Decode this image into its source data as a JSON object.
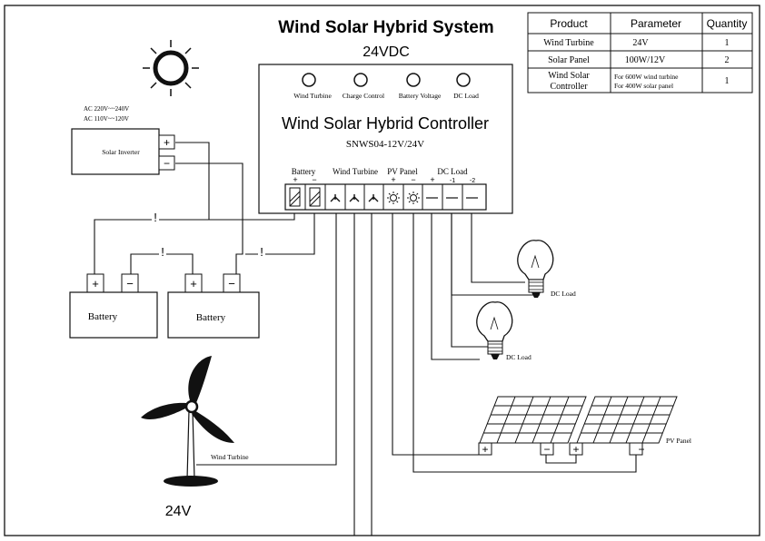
{
  "title": "Wind Solar Hybrid System",
  "system_voltage": "24VDC",
  "spec_table": {
    "headers": [
      "Product",
      "Parameter",
      "Quantity"
    ],
    "rows": [
      {
        "product": "Wind Turbine",
        "parameter": "24V",
        "quantity": "1"
      },
      {
        "product": "Solar Panel",
        "parameter": "100W/12V",
        "quantity": "2"
      },
      {
        "product_line1": "Wind Solar",
        "product_line2": "Controller",
        "parameter_line1": "For  600W wind turbine",
        "parameter_line2": "For  400W solar panel",
        "quantity": "1"
      }
    ]
  },
  "controller": {
    "title": "Wind Solar Hybrid Controller",
    "model": "SNWS04-12V/24V",
    "indicators": [
      "Wind Turbine",
      "Charge Control",
      "Battery Voltage",
      "DC Load"
    ],
    "terminal_groups": {
      "battery": "Battery",
      "wind_turbine": "Wind Turbine",
      "pv_panel": "PV Panel",
      "dc_load": "DC Load"
    },
    "polarity": {
      "plus": "+",
      "minus": "−",
      "load1": "-1",
      "load2": "-2"
    }
  },
  "inverter": {
    "label": "Solar Inverter",
    "ac_line1": "AC  220V~~240V",
    "ac_line2": "AC  110V~~120V",
    "plus": "+",
    "minus": "−"
  },
  "batteries": [
    {
      "label": "Battery",
      "plus": "+",
      "minus": "−"
    },
    {
      "label": "Battery",
      "plus": "+",
      "minus": "−"
    }
  ],
  "fuse_symbol": "!",
  "loads": [
    {
      "label": "DC Load"
    },
    {
      "label": "DC Load"
    }
  ],
  "pv_panel": {
    "label": "PV Panel",
    "plus": "+",
    "minus": "−"
  },
  "wind_turbine": {
    "label": "Wind Turbine",
    "voltage": "24V"
  },
  "icons": [
    "sun-icon",
    "bulb-icon",
    "wind-turbine-icon",
    "solar-panel-icon",
    "fuse-icon"
  ]
}
